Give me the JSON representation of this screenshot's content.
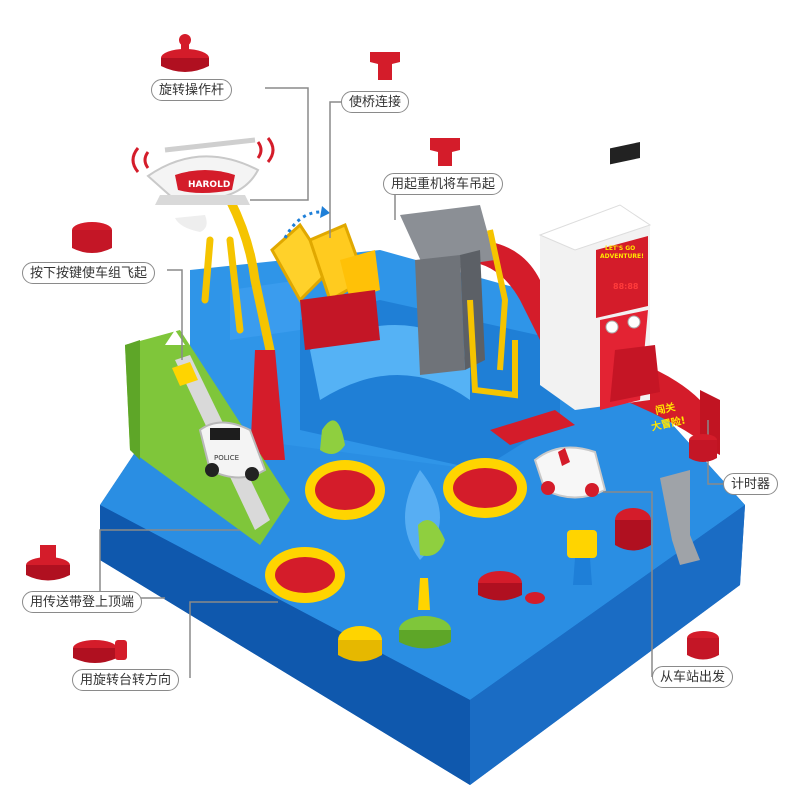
{
  "callouts": {
    "rotate_lever": "旋转操作杆",
    "bridge_connect": "使桥连接",
    "crane_lift": "用起重机将车吊起",
    "press_fly": "按下按键使车组飞起",
    "timer": "计时器",
    "conveyor_top": "用传送带登上顶端",
    "turntable": "用旋转台转方向",
    "depart_station": "从车站出发"
  },
  "helicopter_text": "HAROLD",
  "police_car_text": "POLICE",
  "sign": {
    "title_line1": "闯关",
    "title_line2": "大冒险!",
    "sub_en_line1": "LET'S GO",
    "sub_en_line2": "ADVENTURE!",
    "timer_display": "88:88"
  },
  "colors": {
    "track_blue": "#1e7fd8",
    "accent_red": "#d7192a",
    "accent_yellow": "#ffd400",
    "accent_green": "#7fc63a",
    "crane_gray": "#7b7f84",
    "label_border": "#8a8a8a"
  }
}
